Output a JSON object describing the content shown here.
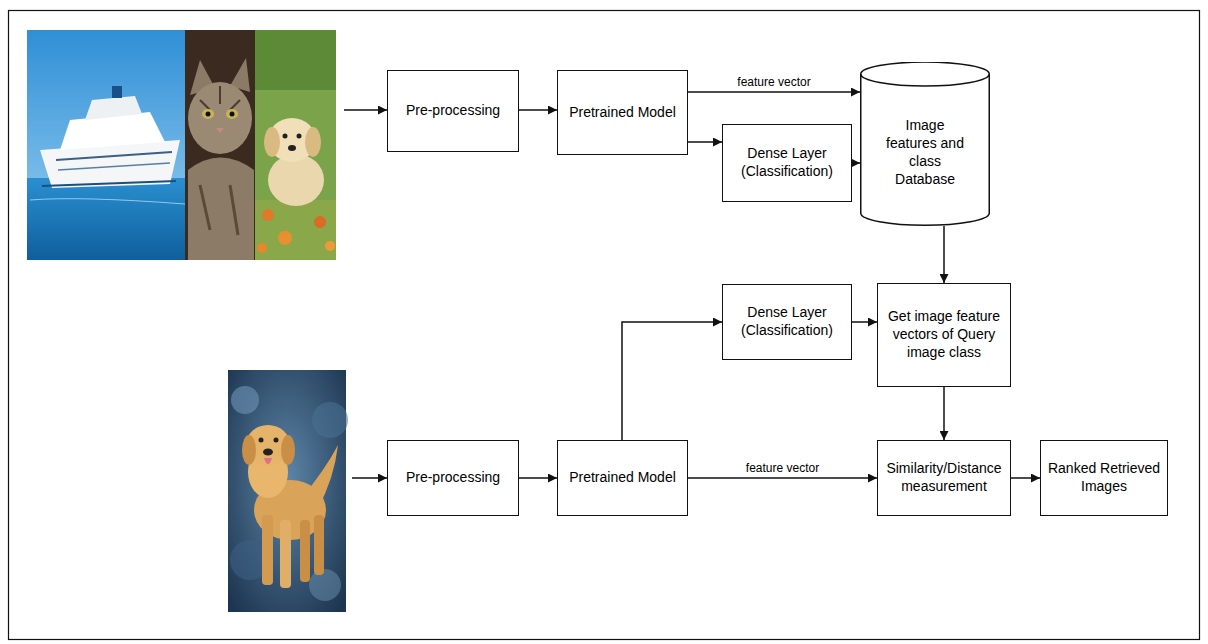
{
  "diagram": {
    "nodes": [
      {
        "text": [
          "Pre-processing"
        ]
      },
      {
        "text": [
          "Pretrained Model"
        ]
      },
      {
        "text": [
          "Dense Layer (Classification)"
        ]
      },
      {
        "text": [
          "Image features and class Database"
        ]
      },
      {
        "text": [
          "Pre-processing"
        ]
      },
      {
        "text": [
          "Pretrained Model"
        ]
      },
      {
        "text": [
          "Dense Layer (Classification)"
        ]
      },
      {
        "text": [
          "Get image feature vectors of Query image class"
        ]
      },
      {
        "text": [
          "Similarity/Distance measurement"
        ]
      },
      {
        "text": [
          "Ranked Retrieved Images"
        ]
      }
    ],
    "edges": [
      {
        "from": 0,
        "to": 1,
        "arrow": "to"
      },
      {
        "from": 1,
        "to": 3,
        "label": "feature vector",
        "arrow": "to"
      },
      {
        "from": 1,
        "to": 2,
        "arrow": "to"
      },
      {
        "from": 2,
        "to": 3,
        "arrow": "to"
      },
      {
        "from": 3,
        "to": 7,
        "arrow": "to"
      },
      {
        "from": 4,
        "to": 5,
        "arrow": "to"
      },
      {
        "from": 5,
        "to": 6,
        "arrow": "to"
      },
      {
        "from": 6,
        "to": 7,
        "arrow": "to"
      },
      {
        "from": 7,
        "to": 8,
        "arrow": "to"
      },
      {
        "from": 5,
        "to": 8,
        "label": "feature vector",
        "arrow": "to"
      },
      {
        "from": 8,
        "to": 9,
        "arrow": "to"
      }
    ]
  }
}
